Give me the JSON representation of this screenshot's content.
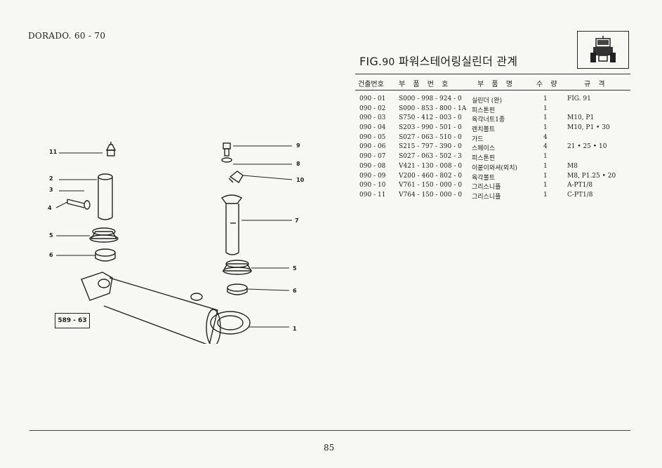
{
  "header": {
    "model": "DORADO. 60 - 70"
  },
  "figure": {
    "prefix": "FIG.",
    "number": "90",
    "title": "파워스테어링실린더 관계"
  },
  "table": {
    "headers": [
      "건출번호",
      "부 품 번 호",
      "부 품 명",
      "수 량",
      "규 격"
    ],
    "rows": [
      [
        "090 - 01",
        "S000 - 998 - 924 - 0",
        "실린더 (완)",
        "1",
        "FIG. 91"
      ],
      [
        "090 - 02",
        "S000 - 853 - 800 - 1A",
        "피스톤핀",
        "1",
        ""
      ],
      [
        "090 - 03",
        "S750 - 412 - 003 - 0",
        "육각너트1종",
        "1",
        "M10, P1"
      ],
      [
        "090 - 04",
        "S203 - 990 - 501 - 0",
        "렌치볼트",
        "1",
        "M10, P1 • 30"
      ],
      [
        "090 - 05",
        "S027 - 063 - 510 - 0",
        "가드",
        "4",
        ""
      ],
      [
        "090 - 06",
        "S215 - 797 - 390 - 0",
        "스페이스",
        "4",
        "21 • 25 • 10"
      ],
      [
        "090 - 07",
        "S027 - 063 - 502 - 3",
        "피스톤핀",
        "1",
        ""
      ],
      [
        "090 - 08",
        "V421 - 130 - 008 - 0",
        "이붙이와셔(외치)",
        "1",
        "M8"
      ],
      [
        "090 - 09",
        "V200 - 460 - 802 - 0",
        "육각볼트",
        "1",
        "M8, P1.25 • 20"
      ],
      [
        "090 - 10",
        "V761 - 150 - 000 - 0",
        "그리스니플",
        "1",
        "A-PT1/8"
      ],
      [
        "090 - 11",
        "V764 - 150 - 000 - 0",
        "그리스니플",
        "1",
        "C-PT1/8"
      ]
    ]
  },
  "diagram": {
    "callouts_left": [
      "11",
      "2",
      "3",
      "4",
      "5",
      "6"
    ],
    "callouts_right": [
      "9",
      "8",
      "10",
      "7",
      "5",
      "6",
      "1"
    ],
    "part_code": "589 - 63"
  },
  "footer": {
    "page_number": "85"
  }
}
